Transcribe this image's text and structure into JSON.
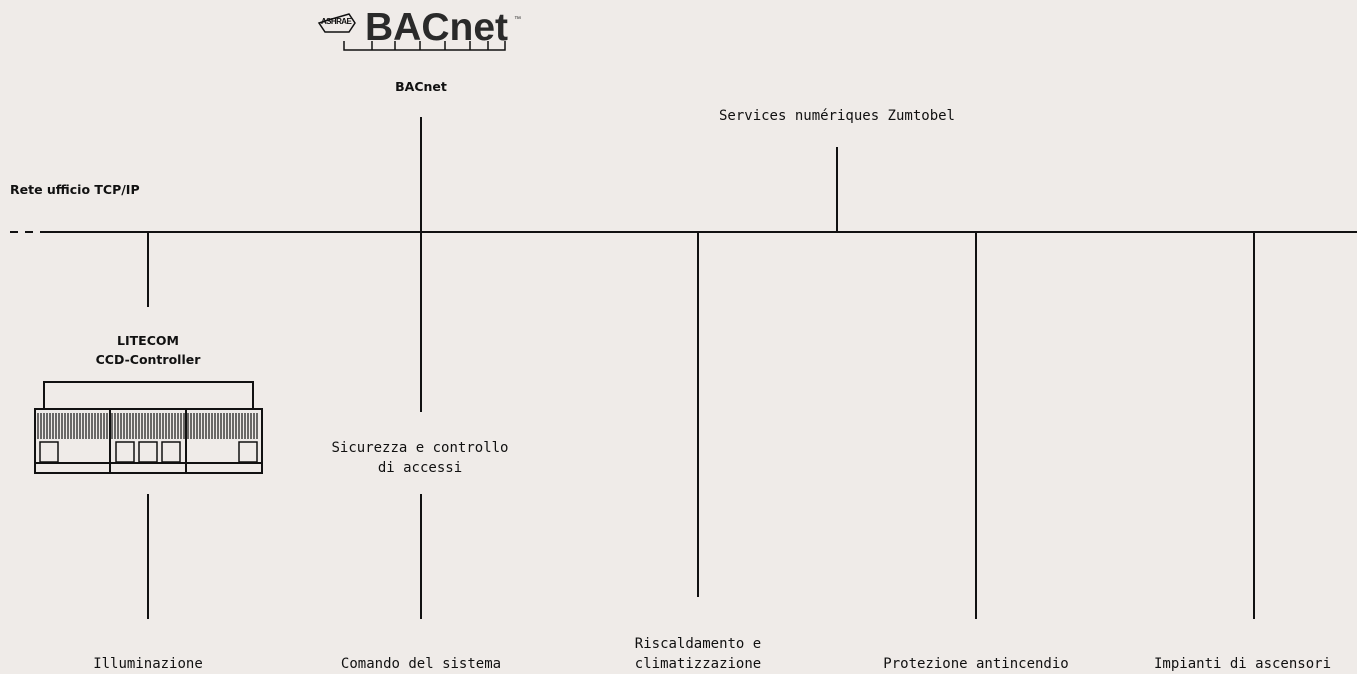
{
  "logo": {
    "ashrae": "ASHRAE",
    "wordmark": "BACnet",
    "tm": "™"
  },
  "nodes": {
    "bacnet": "BACnet",
    "services": "Services numériques Zumtobel",
    "network": "Rete ufficio TCP/IP",
    "controller": "LITECOM\nCCD-Controller",
    "security": "Sicurezza e controllo\ndi accessi",
    "lighting": "Illuminazione",
    "system_control": "Comando del sistema",
    "hvac": "Riscaldamento e\nclimatizzazione",
    "fire": "Protezione antincendio",
    "elevators": "Impianti di ascensori"
  }
}
